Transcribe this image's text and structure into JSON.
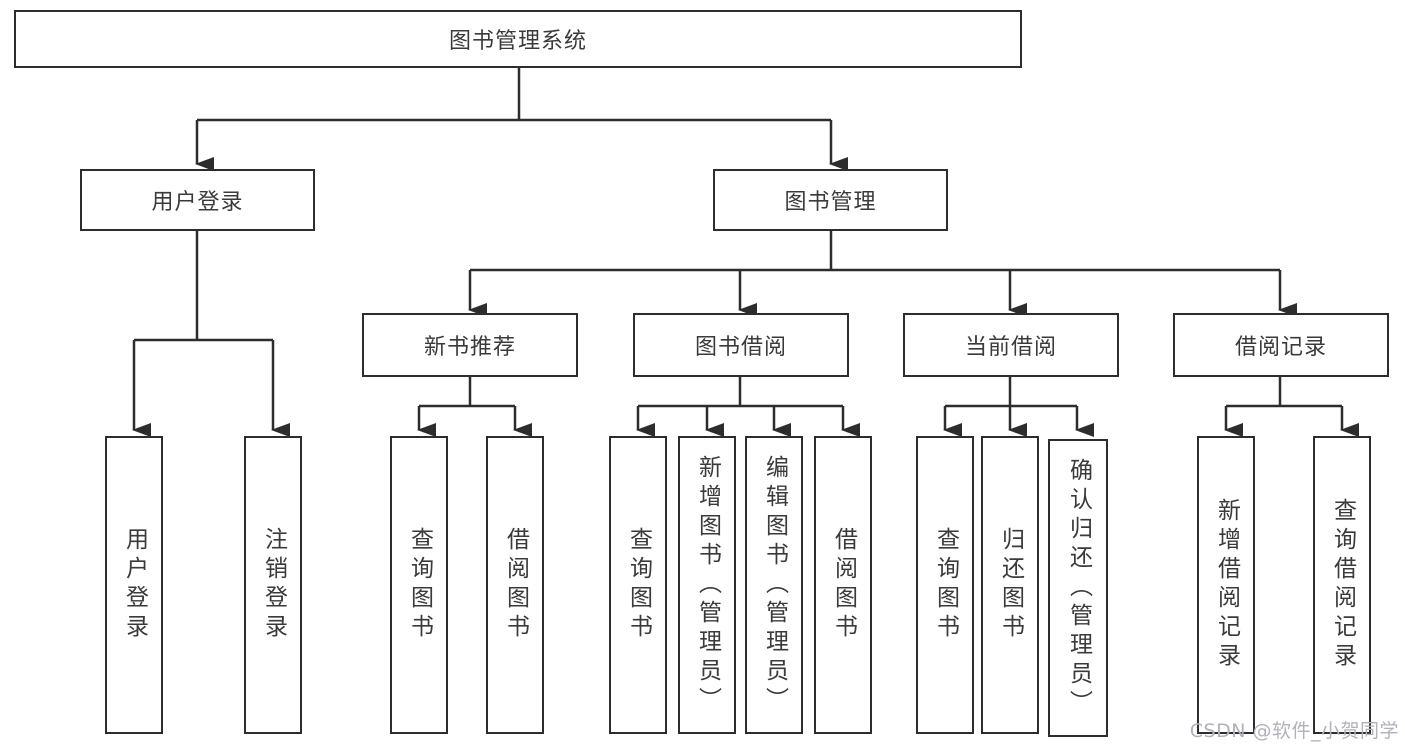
{
  "root": {
    "label": "图书管理系统"
  },
  "level2": [
    {
      "label": "用户登录"
    },
    {
      "label": "图书管理"
    }
  ],
  "level3": [
    {
      "label": "新书推荐"
    },
    {
      "label": "图书借阅"
    },
    {
      "label": "当前借阅"
    },
    {
      "label": "借阅记录"
    }
  ],
  "leaves": {
    "user_login": [
      {
        "label": "用户登录"
      },
      {
        "label": "注销登录"
      }
    ],
    "new_book": [
      {
        "label": "查询图书"
      },
      {
        "label": "借阅图书"
      }
    ],
    "book_borrow": [
      {
        "label": "查询图书"
      },
      {
        "label": "新增图书（管理员）"
      },
      {
        "label": "编辑图书（管理员）"
      },
      {
        "label": "借阅图书"
      }
    ],
    "current_borrow": [
      {
        "label": "查询图书"
      },
      {
        "label": "归还图书"
      },
      {
        "label": "确认归还（管理员）"
      }
    ],
    "records": [
      {
        "label": "新增借阅记录"
      },
      {
        "label": "查询借阅记录"
      }
    ]
  },
  "watermark": {
    "text": "CSDN @软件_小贺同学",
    "color": "#b1b1bb"
  },
  "colors": {
    "line": "#2d2d2d",
    "box_border": "#2d2d2d",
    "box_fill": "#ffffff",
    "text": "#3a3a3a",
    "background": "#ffffff"
  }
}
